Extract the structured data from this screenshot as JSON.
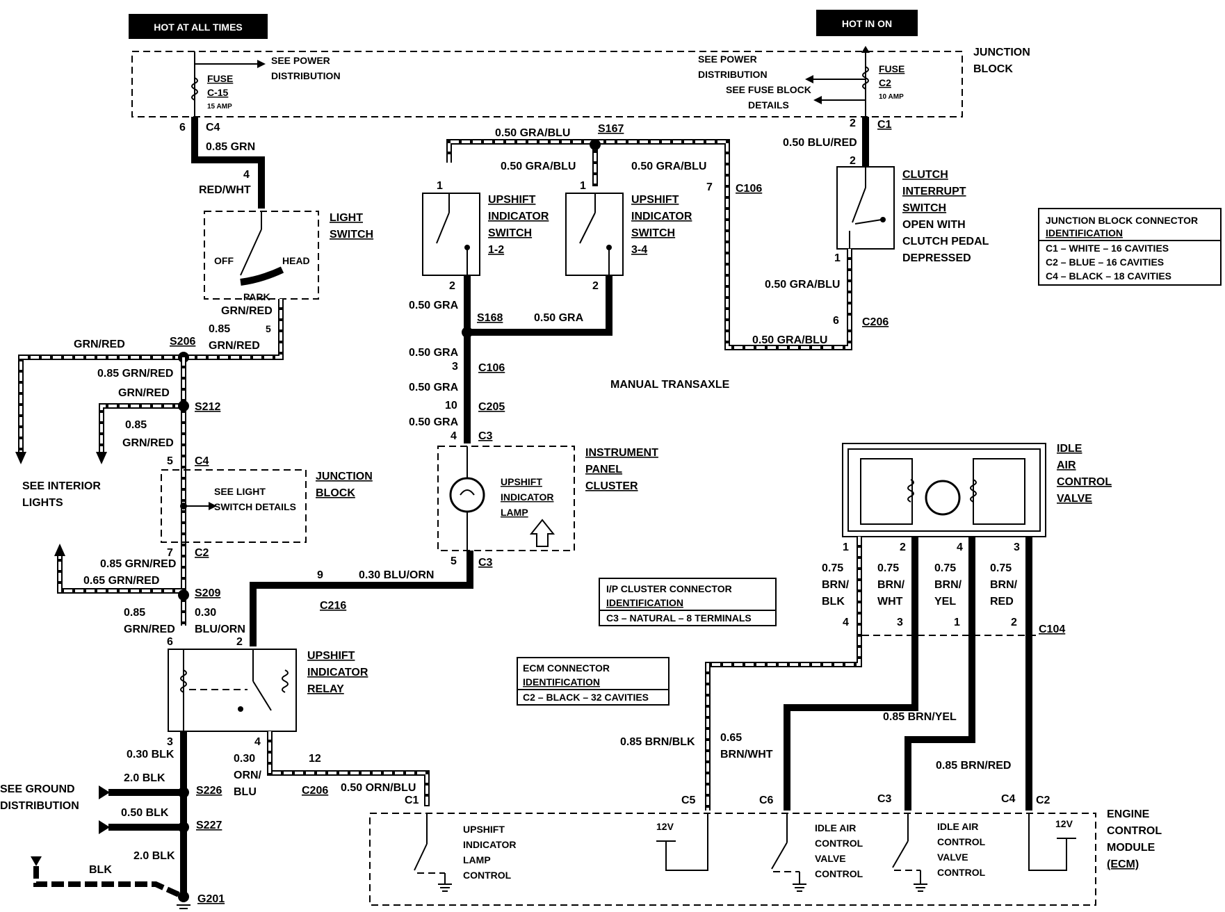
{
  "header": {
    "hot_at_all_times": "HOT AT ALL TIMES",
    "hot_in_on": "HOT IN ON"
  },
  "junction_block_top": {
    "label_line1": "JUNCTION",
    "label_line2": "BLOCK",
    "see_power_left_1": "SEE POWER",
    "see_power_left_2": "DISTRIBUTION",
    "fuse_left_1": "FUSE",
    "fuse_left_2": "C-15",
    "fuse_left_3": "15 AMP",
    "see_power_right_1": "SEE POWER",
    "see_power_right_2": "DISTRIBUTION",
    "see_fuse_block_1": "SEE FUSE BLOCK",
    "see_fuse_block_2": "DETAILS",
    "fuse_right_1": "FUSE",
    "fuse_right_2": "C2",
    "fuse_right_3": "10 AMP"
  },
  "connectors": {
    "c4_top_pin": "6",
    "c4_top": "C4",
    "c1_top_pin": "2",
    "c1_top": "C1",
    "light_sw_in_pin": "4",
    "light_sw_out_pin": "5",
    "s167": "S167",
    "c106_upper_pin": "7",
    "c106_upper": "C106",
    "clutch_in_pin": "2",
    "clutch_out_pin": "1",
    "c206_right_pin": "6",
    "c206_right": "C206",
    "up12_pin_in": "1",
    "up12_pin_out": "2",
    "up34_pin_in": "1",
    "up34_pin_out": "2",
    "s168": "S168",
    "c106_lower_pin": "3",
    "c106_lower": "C106",
    "c205_pin": "10",
    "c205": "C205",
    "c3_upper_pin": "4",
    "c3_upper": "C3",
    "c3_lower_pin": "5",
    "c3_lower": "C3",
    "c216_pin": "9",
    "c216": "C216",
    "s206": "S206",
    "s212": "S212",
    "c4_mid_pin": "5",
    "c4_mid": "C4",
    "c2_mid_pin": "7",
    "c2_mid": "C2",
    "s209": "S209",
    "relay_pin6": "6",
    "relay_pin2": "2",
    "relay_pin3": "3",
    "relay_pin4": "4",
    "c206_lower_pin": "12",
    "c206_lower": "C206",
    "c1_ecm": "C1",
    "s226": "S226",
    "s227": "S227",
    "g201": "G201",
    "iac_pin1": "1",
    "iac_pin2": "2",
    "iac_pin4": "4",
    "iac_pin3": "3",
    "c104_pin4": "4",
    "c104_pin3": "3",
    "c104_pin1": "1",
    "c104_pin2": "2",
    "c104": "C104",
    "ecm_c5": "C5",
    "ecm_c6": "C6",
    "ecm_c3": "C3",
    "ecm_c4": "C4",
    "ecm_c2": "C2"
  },
  "wires": {
    "w085grn": "0.85 GRN",
    "red_wht": "RED/WHT",
    "grn_red_1": "GRN/RED",
    "w085_1": "0.85",
    "grn_red_2": "GRN/RED",
    "grn_red_left": "GRN/RED",
    "w085grnred_1": "0.85 GRN/RED",
    "grn_red_3": "GRN/RED",
    "w085_2": "0.85",
    "grn_red_4": "GRN/RED",
    "w085grnred_2": "0.85 GRN/RED",
    "w065grnred": "0.65 GRN/RED",
    "w085_3": "0.85",
    "grn_red_5": "GRN/RED",
    "w030": "0.30",
    "blu_orn": "BLU/ORN",
    "w030blk": "0.30 BLK",
    "w20blk_1": "2.0 BLK",
    "w050blk": "0.50 BLK",
    "w20blk_2": "2.0 BLK",
    "blk": "BLK",
    "w030_2": "0.30",
    "orn": "ORN/",
    "blu": "BLU",
    "w050ornblu": "0.50 ORN/BLU",
    "w050grablu_top": "0.50 GRA/BLU",
    "w050grablu_a": "0.50 GRA/BLU",
    "w050grablu_b": "0.50 GRA/BLU",
    "w050blured": "0.50 BLU/RED",
    "w050grablu_c": "0.50 GRA/BLU",
    "w050grablu_d": "0.50 GRA/BLU",
    "w050gra_1": "0.50 GRA",
    "w050gra_2": "0.50 GRA",
    "w050gra_3": "0.50 GRA",
    "w050gra_4": "0.50 GRA",
    "w050gra_5": "0.50 GRA",
    "w030bluorn": "0.30 BLU/ORN",
    "w075_a": "0.75",
    "brn_a": "BRN/",
    "blk_a": "BLK",
    "w075_b": "0.75",
    "brn_b": "BRN/",
    "wht_b": "WHT",
    "w075_c": "0.75",
    "brn_c": "BRN/",
    "yel_c": "YEL",
    "w075_d": "0.75",
    "brn_d": "BRN/",
    "red_d": "RED",
    "w085brnblk": "0.85 BRN/BLK",
    "w065": "0.65",
    "brnwht": "BRN/WHT",
    "w085brnyel": "0.85 BRN/YEL",
    "w085brnred": "0.85 BRN/RED"
  },
  "components": {
    "light_switch_1": "LIGHT",
    "light_switch_2": "SWITCH",
    "off": "OFF",
    "head": "HEAD",
    "park": "PARK",
    "up12_1": "UPSHIFT",
    "up12_2": "INDICATOR",
    "up12_3": "SWITCH",
    "up12_4": "1-2",
    "up34_1": "UPSHIFT",
    "up34_2": "INDICATOR",
    "up34_3": "SWITCH",
    "up34_4": "3-4",
    "clutch_1": "CLUTCH",
    "clutch_2": "INTERRUPT",
    "clutch_3": "SWITCH",
    "clutch_4": "OPEN WITH",
    "clutch_5": "CLUTCH PEDAL",
    "clutch_6": "DEPRESSED",
    "manual_transaxle": "MANUAL TRANSAXLE",
    "ipc_1": "INSTRUMENT",
    "ipc_2": "PANEL",
    "ipc_3": "CLUSTER",
    "lamp_1": "UPSHIFT",
    "lamp_2": "INDICATOR",
    "lamp_3": "LAMP",
    "see_interior_1": "SEE INTERIOR",
    "see_interior_2": "LIGHTS",
    "jb_mid_1": "JUNCTION",
    "jb_mid_2": "BLOCK",
    "see_light_1": "SEE LIGHT",
    "see_light_2": "SWITCH DETAILS",
    "relay_1": "UPSHIFT",
    "relay_2": "INDICATOR",
    "relay_3": "RELAY",
    "see_ground_1": "SEE GROUND",
    "see_ground_2": "DISTRIBUTION",
    "iac_1": "IDLE",
    "iac_2": "AIR",
    "iac_3": "CONTROL",
    "iac_4": "VALVE",
    "ecm_1": "ENGINE",
    "ecm_2": "CONTROL",
    "ecm_3": "MODULE",
    "ecm_4": "(ECM)",
    "ecm_lamp_1": "UPSHIFT",
    "ecm_lamp_2": "INDICATOR",
    "ecm_lamp_3": "LAMP",
    "ecm_lamp_4": "CONTROL",
    "iac_ctrl_a1": "IDLE AIR",
    "iac_ctrl_a2": "CONTROL",
    "iac_ctrl_a3": "VALVE",
    "iac_ctrl_a4": "CONTROL",
    "iac_ctrl_b1": "IDLE AIR",
    "iac_ctrl_b2": "CONTROL",
    "iac_ctrl_b3": "VALVE",
    "iac_ctrl_b4": "CONTROL",
    "v12_left": "12V",
    "v12_right": "12V"
  },
  "info_boxes": {
    "jb_id_1": "JUNCTION BLOCK CONNECTOR",
    "jb_id_2": "IDENTIFICATION",
    "jb_id_3": "C1 – WHITE – 16 CAVITIES",
    "jb_id_4": "C2 – BLUE – 16 CAVITIES",
    "jb_id_5": "C4 – BLACK – 18 CAVITIES",
    "ip_id_1": "I/P CLUSTER CONNECTOR",
    "ip_id_2": "IDENTIFICATION",
    "ip_id_3": "C3 – NATURAL – 8 TERMINALS",
    "ecm_id_1": "ECM CONNECTOR",
    "ecm_id_2": "IDENTIFICATION",
    "ecm_id_3": "C2 – BLACK – 32 CAVITIES"
  }
}
